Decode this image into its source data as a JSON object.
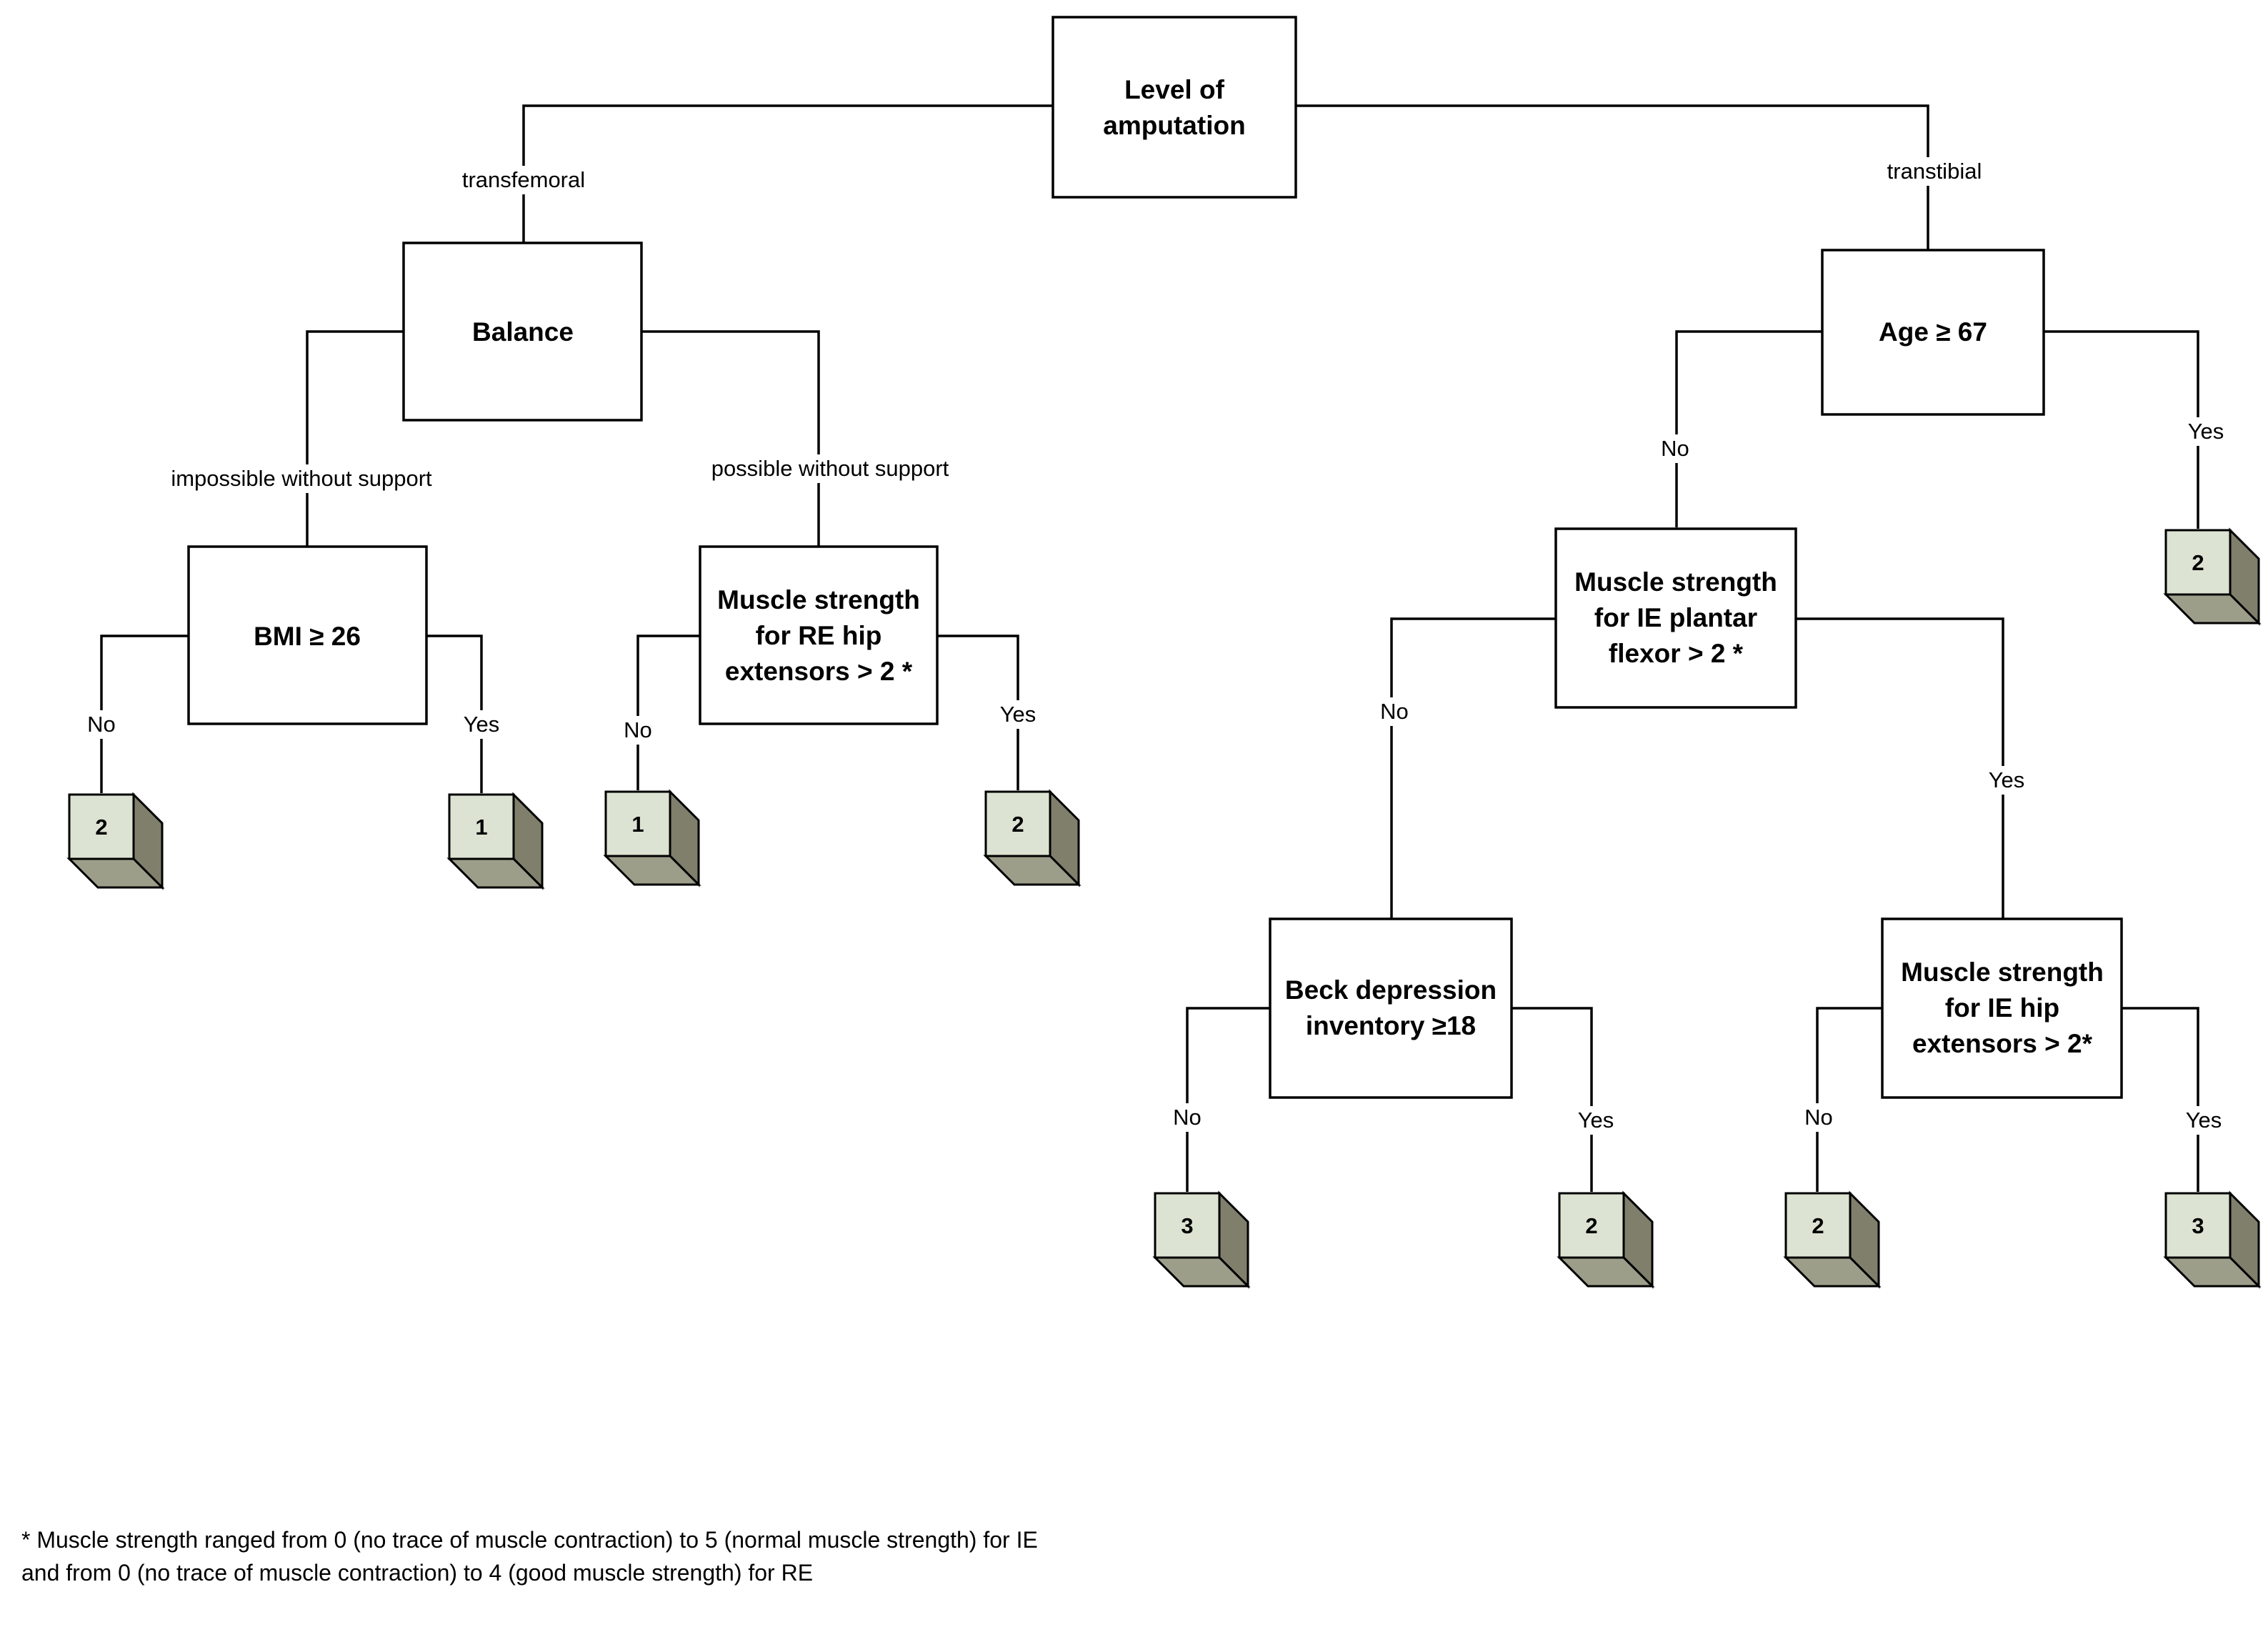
{
  "colors": {
    "leaf_front": "#dde3d2",
    "leaf_side": "#7f7f6c",
    "leaf_top": "#9d9e8a",
    "line": "#000000"
  },
  "nodes": {
    "root": [
      "Level of",
      "amputation"
    ],
    "balance": [
      "Balance"
    ],
    "bmi": [
      "BMI ≥ 26"
    ],
    "re_hip": [
      "Muscle strength",
      "for RE hip",
      "extensors > 2 *"
    ],
    "age": [
      "Age ≥ 67"
    ],
    "ie_plantar": [
      "Muscle strength",
      "for IE plantar",
      "flexor > 2 *"
    ],
    "beck": [
      "Beck depression",
      "inventory ≥18"
    ],
    "ie_hip": [
      "Muscle strength",
      "for IE hip",
      "extensors > 2*"
    ]
  },
  "edge_labels": {
    "transfemoral": "transfemoral",
    "transtibial": "transtibial",
    "impossible": "impossible without support",
    "possible": "possible without support",
    "bmi_no": "No",
    "bmi_yes": "Yes",
    "re_no": "No",
    "re_yes": "Yes",
    "age_no": "No",
    "age_yes": "Yes",
    "plantar_no": "No",
    "plantar_yes": "Yes",
    "beck_no": "No",
    "beck_yes": "Yes",
    "iehip_no": "No",
    "iehip_yes": "Yes"
  },
  "leaves": {
    "bmi_no": "2",
    "bmi_yes": "1",
    "re_no": "1",
    "re_yes": "2",
    "age_yes": "2",
    "beck_no": "3",
    "beck_yes": "2",
    "iehip_no": "2",
    "iehip_yes": "3"
  },
  "footnote": "* Muscle strength ranged from 0 (no trace of muscle contraction) to 5 (normal muscle strength) for IE and from 0 (no trace of muscle contraction) to 4 (good muscle strength) for RE"
}
